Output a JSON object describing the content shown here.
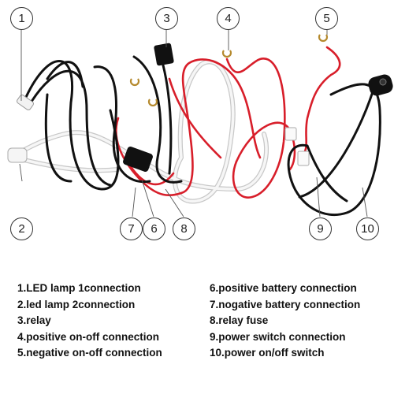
{
  "callouts": [
    "1",
    "2",
    "3",
    "4",
    "5",
    "6",
    "7",
    "8",
    "9",
    "10"
  ],
  "legend_left": [
    "1.LED lamp 1connection",
    "2.led lamp 2connection",
    "3.relay",
    "4.positive on-off connection",
    "5.negative on-off connection"
  ],
  "legend_right": [
    "6.positive battery connection",
    "7.nogative battery connection",
    "8.relay fuse",
    "9.power switch connection",
    "10.power on/off switch"
  ],
  "colors": {
    "black_wire": "#111111",
    "red_wire": "#d81e2a",
    "white_wire": "#f4f4f4",
    "outline": "#cfcfcf"
  }
}
